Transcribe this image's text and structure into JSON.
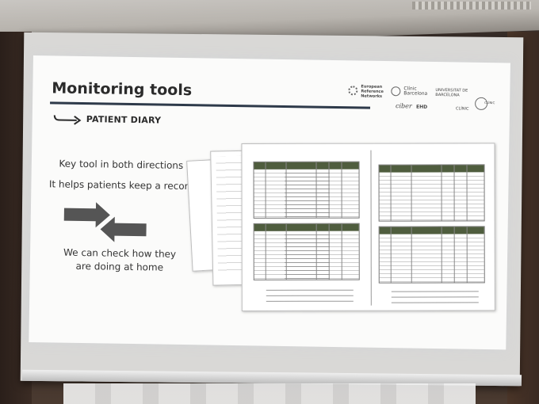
{
  "slide": {
    "title": "Monitoring tools",
    "subtitle": "PATIENT DIARY",
    "line1": "Key tool in both directions",
    "line2": "It helps patients keep a record",
    "line3": "We can check how they",
    "line4": "are doing at home"
  },
  "logos": {
    "ern": "European Reference Networks",
    "clinic": "Clínic Barcelona",
    "ub": "UNIVERSITAT DE BARCELONA",
    "ciber": "ciber",
    "ciber_suffix": "EHD",
    "irb": "CLÍNIC",
    "barcelona_cancer": "CLÍNIC"
  },
  "colors": {
    "slide_bg": "#fbfbfa",
    "title_rule": "#2e3a4a",
    "grid_header": "#4f5d3e",
    "arrow": "#555555"
  }
}
